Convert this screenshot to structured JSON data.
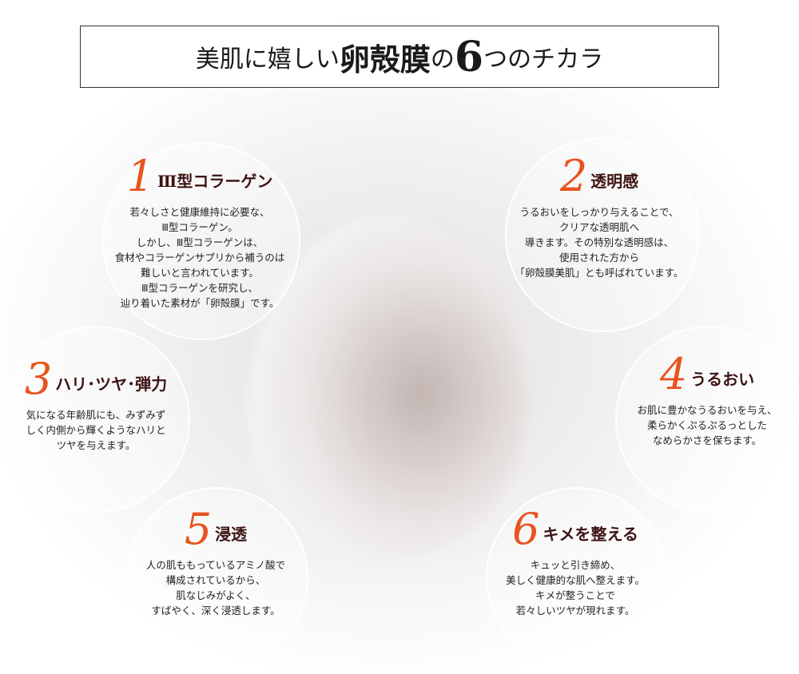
{
  "title": {
    "part1": "美肌に嬉しい",
    "part2": "卵殻膜",
    "part3": "の",
    "part4": "6",
    "part5": "つのチカラ"
  },
  "colors": {
    "number": "#e8541e",
    "heading": "#3d1414"
  },
  "items": [
    {
      "number": "1",
      "heading": "Ⅲ型コラーゲン",
      "body": "若々しさと健康維持に必要な、\nⅢ型コラーゲン。\nしかし、Ⅲ型コラーゲンは、\n食材やコラーゲンサプリから補うのは\n難しいと言われています。\nⅢ型コラーゲンを研究し、\n辿り着いた素材が「卵殻膜」です。"
    },
    {
      "number": "2",
      "heading": "透明感",
      "body": "うるおいをしっかり与えることで、\nクリアな透明肌へ\n導きます。その特別な透明感は、\n使用された方から\n「卵殻膜美肌」とも呼ばれています。"
    },
    {
      "number": "3",
      "heading": "ハリ･ツヤ･弾力",
      "body": "気になる年齢肌にも、みずみず\nしく内側から輝くようなハリと\nツヤを与えます。"
    },
    {
      "number": "4",
      "heading": "うるおい",
      "body": "お肌に豊かなうるおいを与え、\n柔らかくぷるぷるっとした\nなめらかさを保ちます。"
    },
    {
      "number": "5",
      "heading": "浸透",
      "body": "人の肌ももっているアミノ酸で\n構成されているから、\n肌なじみがよく、\nすばやく、深く浸透します。"
    },
    {
      "number": "6",
      "heading": "キメを整える",
      "body": "キュッと引き締め、\n美しく健康的な肌へ整えます。\nキメが整うことで\n若々しいツヤが現れます。"
    }
  ]
}
